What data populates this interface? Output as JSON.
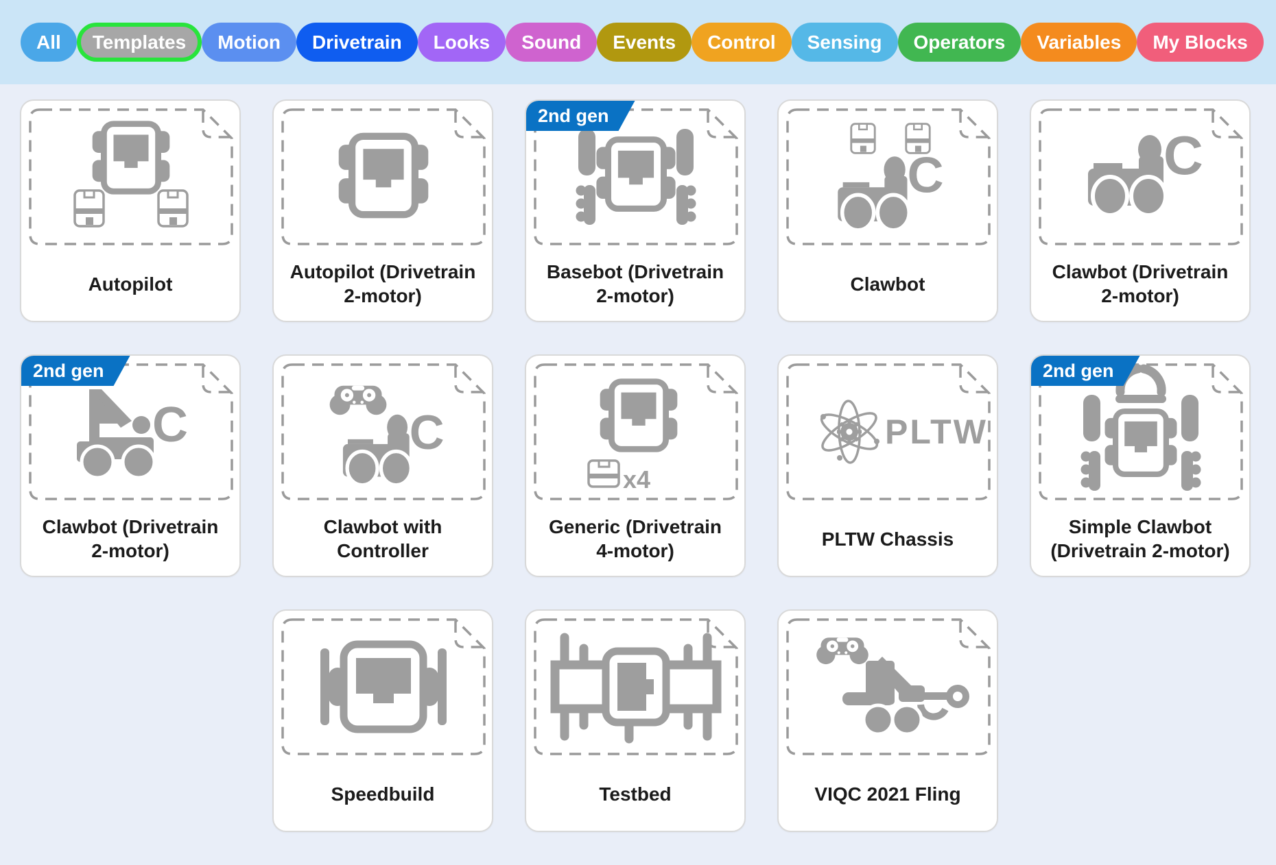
{
  "toolbar": {
    "pills": [
      {
        "label": "All",
        "bg": "#4aa7e8"
      },
      {
        "label": "Templates",
        "bg": "#a7a7a7",
        "ring": "#28e43c",
        "selected": true
      },
      {
        "label": "Motion",
        "bg": "#5b8ff0"
      },
      {
        "label": "Drivetrain",
        "bg": "#0f5df0"
      },
      {
        "label": "Looks",
        "bg": "#a266f6"
      },
      {
        "label": "Sound",
        "bg": "#cf63cf"
      },
      {
        "label": "Events",
        "bg": "#b1980f"
      },
      {
        "label": "Control",
        "bg": "#f0a320"
      },
      {
        "label": "Sensing",
        "bg": "#55b8e7"
      },
      {
        "label": "Operators",
        "bg": "#41b751"
      },
      {
        "label": "Variables",
        "bg": "#f48b1e"
      },
      {
        "label": "My Blocks",
        "bg": "#f15e7b"
      }
    ]
  },
  "badge": {
    "label": "2nd gen",
    "color": "#0a72c4"
  },
  "icon_color": "#9e9e9e",
  "grid": {
    "cards": [
      {
        "label": "Autopilot",
        "icon": "autopilot-robot-with-sensors",
        "badge": false
      },
      {
        "label": "Autopilot (Drivetrain 2-motor)",
        "icon": "robot-brain",
        "badge": false
      },
      {
        "label": "Basebot (Drivetrain 2-motor)",
        "icon": "basebot-robot",
        "badge": true
      },
      {
        "label": "Clawbot",
        "icon": "clawbot-with-sensors",
        "badge": false
      },
      {
        "label": "Clawbot (Drivetrain 2-motor)",
        "icon": "clawbot-robot",
        "badge": false
      },
      {
        "label": "Clawbot (Drivetrain 2-motor)",
        "icon": "clawbot-crane-robot",
        "badge": true
      },
      {
        "label": "Clawbot with Controller",
        "icon": "clawbot-with-controller",
        "badge": false
      },
      {
        "label": "Generic (Drivetrain 4-motor)",
        "icon": "robot-brain-x4",
        "badge": false,
        "icon_caption": "x4"
      },
      {
        "label": "PLTW Chassis",
        "icon": "pltw-logo",
        "badge": false,
        "icon_text": "PLTW"
      },
      {
        "label": "Simple Clawbot (Drivetrain 2-motor)",
        "icon": "simple-clawbot-robot",
        "badge": true
      },
      {
        "label": "Speedbuild",
        "icon": "speedbuild-robot",
        "badge": false
      },
      {
        "label": "Testbed",
        "icon": "testbed-frame",
        "badge": false
      },
      {
        "label": "VIQC 2021 Fling",
        "icon": "fling-robot-with-controller",
        "badge": false
      }
    ]
  }
}
